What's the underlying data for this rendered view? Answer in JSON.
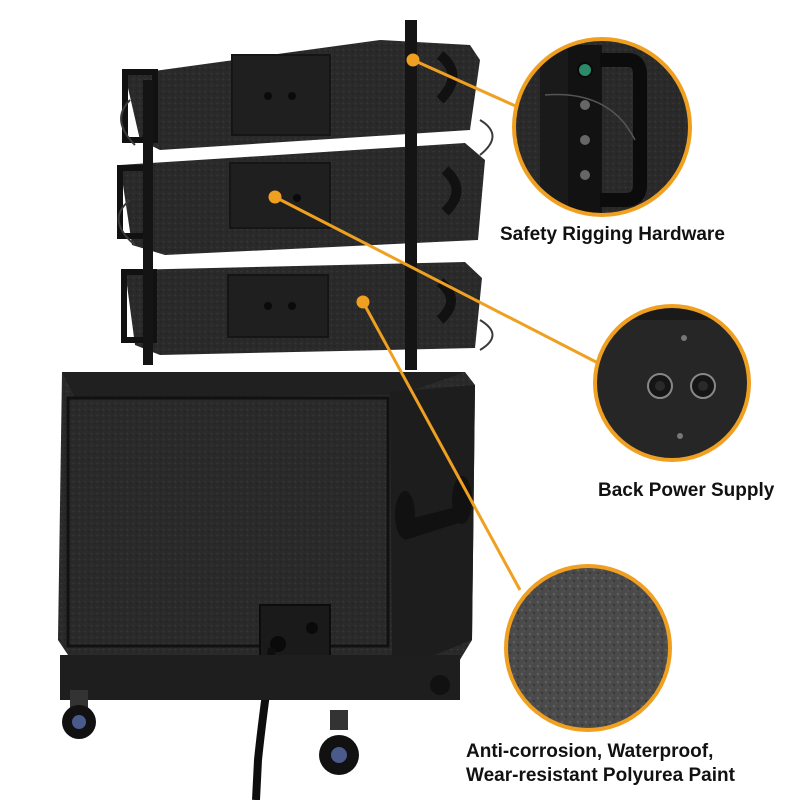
{
  "callouts": {
    "rigging": {
      "label": "Safety Rigging Hardware"
    },
    "power": {
      "label": "Back Power Supply"
    },
    "paint": {
      "line1": "Anti-corrosion, Waterproof,",
      "line2": "Wear-resistant Polyurea Paint"
    }
  },
  "colors": {
    "accent": "#f0a020",
    "cabinet": "#2a2a2a",
    "cabinet_dark": "#161616",
    "background": "#ffffff"
  }
}
